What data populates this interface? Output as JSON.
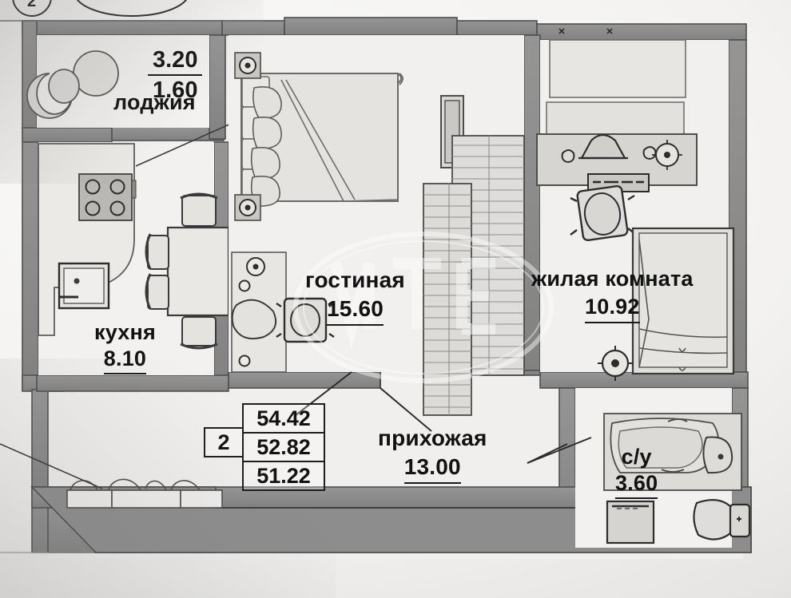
{
  "document": {
    "type": "apartment-floor-plan",
    "scan_note": "photographed paper floor plan",
    "marker": "2"
  },
  "rooms": [
    {
      "id": "loggia",
      "name": "лоджия",
      "area": "1.60",
      "dim": "3.20"
    },
    {
      "id": "kitchen",
      "name": "кухня",
      "area": "8.10"
    },
    {
      "id": "living",
      "name": "гостиная",
      "area": "15.60"
    },
    {
      "id": "bedroom",
      "name": "жилая комната",
      "area": "10.92"
    },
    {
      "id": "hall",
      "name": "прихожая",
      "area": "13.00"
    },
    {
      "id": "bathroom",
      "name": "с/у",
      "area": "3.60"
    }
  ],
  "area_table": {
    "rooms_count": "2",
    "total_with_loggia": "54.42",
    "total": "52.82",
    "living_total": "51.22"
  },
  "colors": {
    "wall": "#8f8f8f",
    "wall_dark": "#7d7d7d",
    "line": "#5a5a5a",
    "text": "#121212",
    "furniture_fill": "#d9d8d5",
    "floor": "#efeeec"
  }
}
